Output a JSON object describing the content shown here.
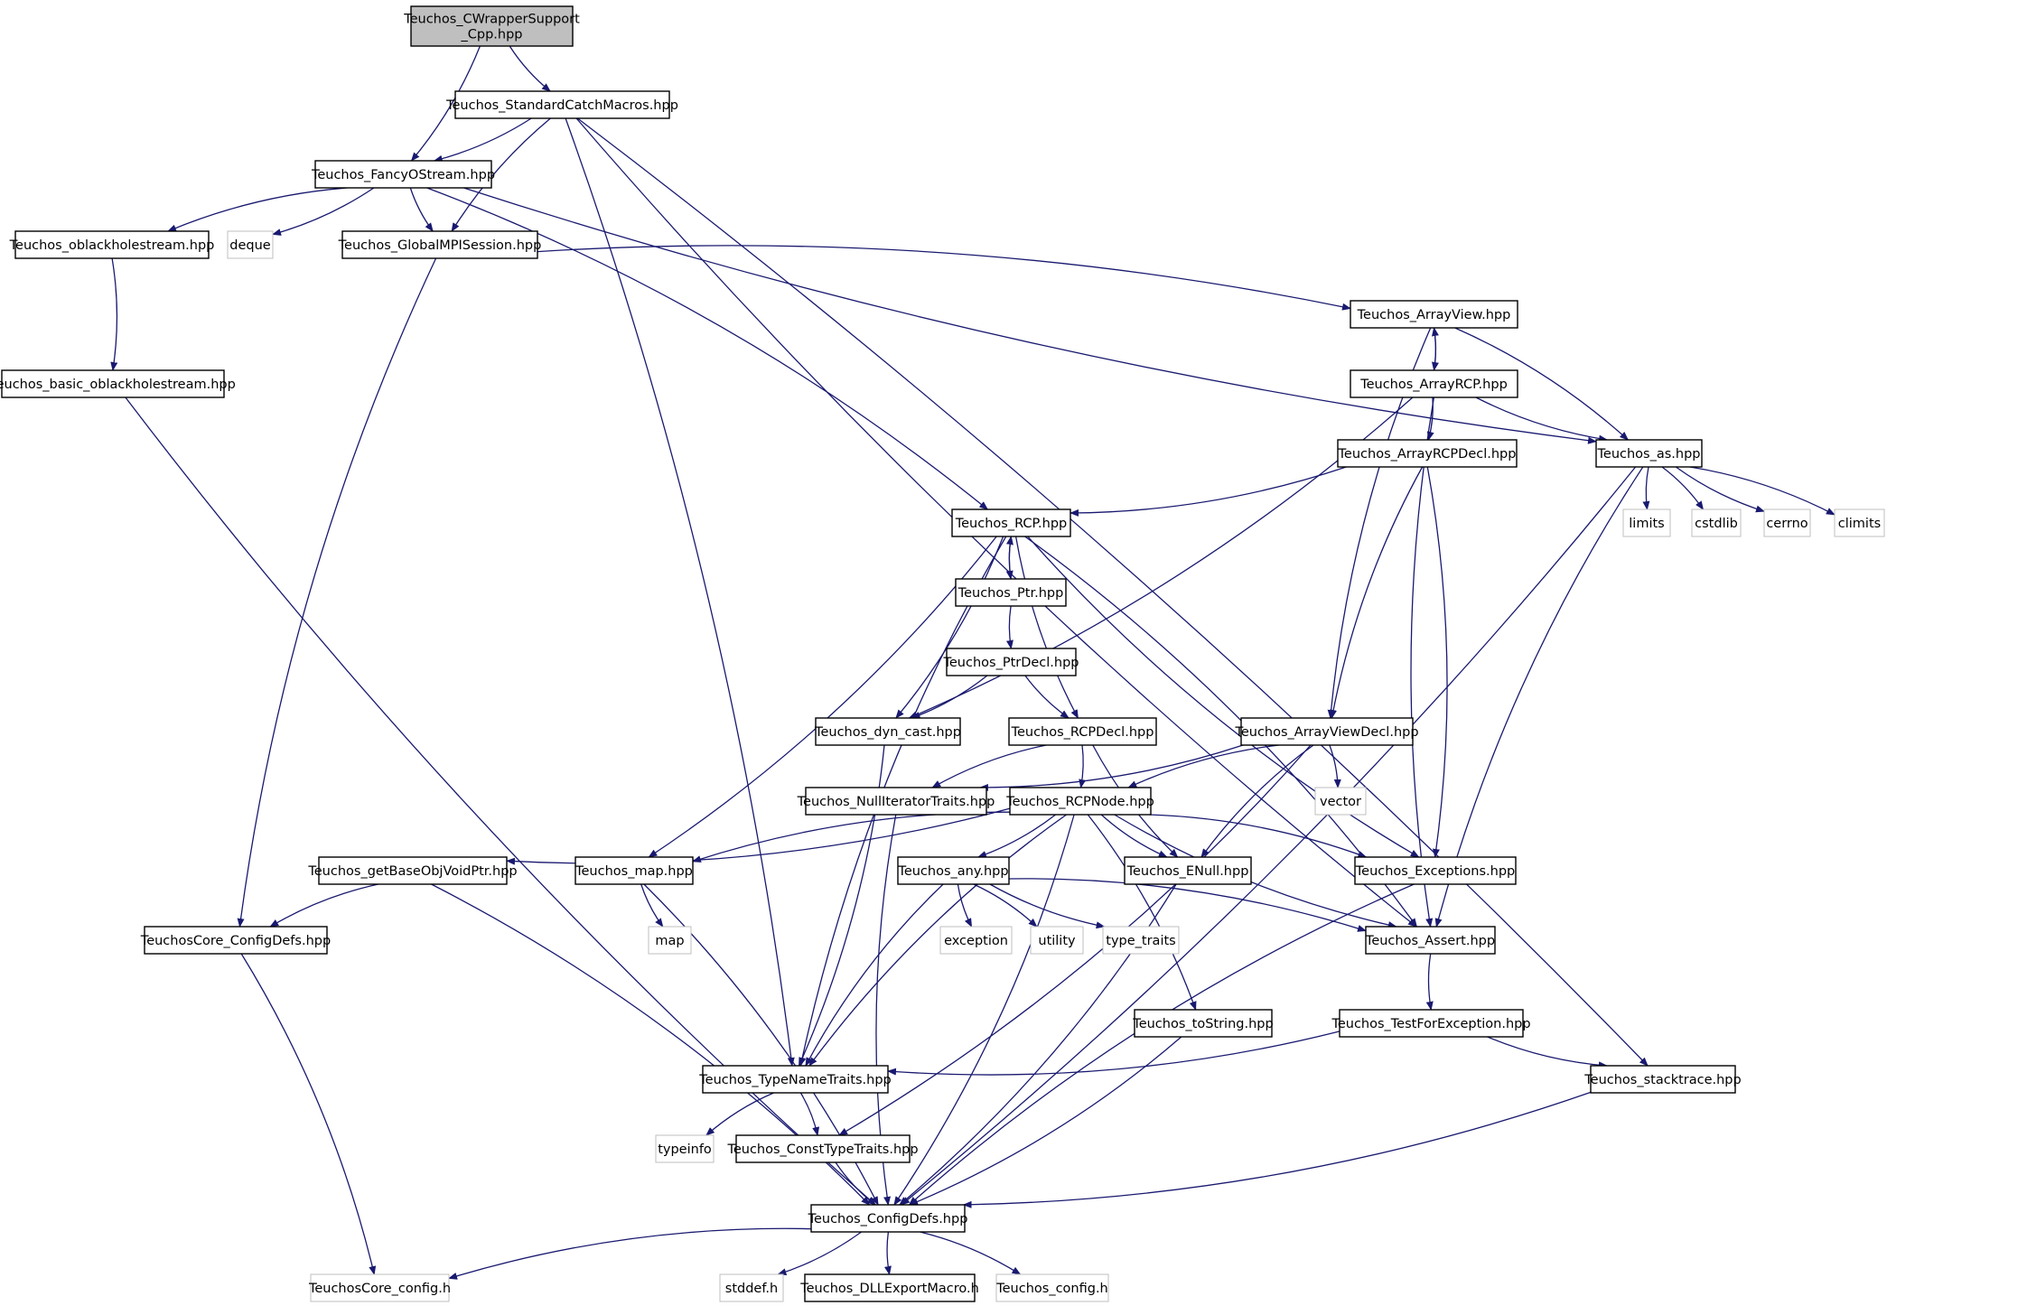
{
  "diagram": {
    "colors": {
      "root_fill": "#bfbfbf",
      "node_fill": "#ffffff",
      "node_border": "#000000",
      "external_border": "#bfbfbf",
      "external_text": "#555555",
      "edge": "#191970"
    },
    "nodes": [
      {
        "id": "n_root",
        "lines": [
          "Teuchos_CWrapperSupport",
          "_Cpp.hpp"
        ],
        "kind": "root"
      },
      {
        "id": "n_stdcatch",
        "lines": [
          "Teuchos_StandardCatchMacros.hpp"
        ],
        "kind": "file"
      },
      {
        "id": "n_fancy",
        "lines": [
          "Teuchos_FancyOStream.hpp"
        ],
        "kind": "file"
      },
      {
        "id": "n_oblack",
        "lines": [
          "Teuchos_oblackholestream.hpp"
        ],
        "kind": "file"
      },
      {
        "id": "n_deque",
        "lines": [
          "deque"
        ],
        "kind": "external"
      },
      {
        "id": "n_mpi",
        "lines": [
          "Teuchos_GlobalMPISession.hpp"
        ],
        "kind": "file"
      },
      {
        "id": "n_basicob",
        "lines": [
          "Teuchos_basic_oblackholestream.hpp"
        ],
        "kind": "file"
      },
      {
        "id": "n_arrview",
        "lines": [
          "Teuchos_ArrayView.hpp"
        ],
        "kind": "file"
      },
      {
        "id": "n_arrrcp",
        "lines": [
          "Teuchos_ArrayRCP.hpp"
        ],
        "kind": "file"
      },
      {
        "id": "n_arrrcpdecl",
        "lines": [
          "Teuchos_ArrayRCPDecl.hpp"
        ],
        "kind": "file"
      },
      {
        "id": "n_as",
        "lines": [
          "Teuchos_as.hpp"
        ],
        "kind": "file"
      },
      {
        "id": "n_limits",
        "lines": [
          "limits"
        ],
        "kind": "external"
      },
      {
        "id": "n_cstdlib",
        "lines": [
          "cstdlib"
        ],
        "kind": "external"
      },
      {
        "id": "n_cerrno",
        "lines": [
          "cerrno"
        ],
        "kind": "external"
      },
      {
        "id": "n_climits",
        "lines": [
          "climits"
        ],
        "kind": "external"
      },
      {
        "id": "n_rcp",
        "lines": [
          "Teuchos_RCP.hpp"
        ],
        "kind": "file"
      },
      {
        "id": "n_ptr",
        "lines": [
          "Teuchos_Ptr.hpp"
        ],
        "kind": "file"
      },
      {
        "id": "n_ptrdecl",
        "lines": [
          "Teuchos_PtrDecl.hpp"
        ],
        "kind": "file"
      },
      {
        "id": "n_dyncast",
        "lines": [
          "Teuchos_dyn_cast.hpp"
        ],
        "kind": "file"
      },
      {
        "id": "n_rcpdecl",
        "lines": [
          "Teuchos_RCPDecl.hpp"
        ],
        "kind": "file"
      },
      {
        "id": "n_arrviewdecl",
        "lines": [
          "Teuchos_ArrayViewDecl.hpp"
        ],
        "kind": "file"
      },
      {
        "id": "n_nulliter",
        "lines": [
          "Teuchos_NullIteratorTraits.hpp"
        ],
        "kind": "file"
      },
      {
        "id": "n_rcpnode",
        "lines": [
          "Teuchos_RCPNode.hpp"
        ],
        "kind": "file"
      },
      {
        "id": "n_vector",
        "lines": [
          "vector"
        ],
        "kind": "external"
      },
      {
        "id": "n_getbase",
        "lines": [
          "Teuchos_getBaseObjVoidPtr.hpp"
        ],
        "kind": "file"
      },
      {
        "id": "n_map",
        "lines": [
          "Teuchos_map.hpp"
        ],
        "kind": "file"
      },
      {
        "id": "n_any",
        "lines": [
          "Teuchos_any.hpp"
        ],
        "kind": "file"
      },
      {
        "id": "n_enull",
        "lines": [
          "Teuchos_ENull.hpp"
        ],
        "kind": "file"
      },
      {
        "id": "n_except",
        "lines": [
          "Teuchos_Exceptions.hpp"
        ],
        "kind": "file"
      },
      {
        "id": "n_coreconfigdefs",
        "lines": [
          "TeuchosCore_ConfigDefs.hpp"
        ],
        "kind": "file"
      },
      {
        "id": "n_mapstd",
        "lines": [
          "map"
        ],
        "kind": "external"
      },
      {
        "id": "n_exception",
        "lines": [
          "exception"
        ],
        "kind": "external"
      },
      {
        "id": "n_utility",
        "lines": [
          "utility"
        ],
        "kind": "external"
      },
      {
        "id": "n_typetraits",
        "lines": [
          "type_traits"
        ],
        "kind": "external"
      },
      {
        "id": "n_assert",
        "lines": [
          "Teuchos_Assert.hpp"
        ],
        "kind": "file"
      },
      {
        "id": "n_tostring",
        "lines": [
          "Teuchos_toString.hpp"
        ],
        "kind": "file"
      },
      {
        "id": "n_testfor",
        "lines": [
          "Teuchos_TestForException.hpp"
        ],
        "kind": "file"
      },
      {
        "id": "n_typename",
        "lines": [
          "Teuchos_TypeNameTraits.hpp"
        ],
        "kind": "file"
      },
      {
        "id": "n_stacktrace",
        "lines": [
          "Teuchos_stacktrace.hpp"
        ],
        "kind": "file"
      },
      {
        "id": "n_typeinfo",
        "lines": [
          "typeinfo"
        ],
        "kind": "external"
      },
      {
        "id": "n_consttype",
        "lines": [
          "Teuchos_ConstTypeTraits.hpp"
        ],
        "kind": "file"
      },
      {
        "id": "n_configdefs",
        "lines": [
          "Teuchos_ConfigDefs.hpp"
        ],
        "kind": "file"
      },
      {
        "id": "n_coreconfig",
        "lines": [
          "TeuchosCore_config.h"
        ],
        "kind": "external"
      },
      {
        "id": "n_stddef",
        "lines": [
          "stddef.h"
        ],
        "kind": "external"
      },
      {
        "id": "n_dllexport",
        "lines": [
          "Teuchos_DLLExportMacro.h"
        ],
        "kind": "file"
      },
      {
        "id": "n_tconfig",
        "lines": [
          "Teuchos_config.h"
        ],
        "kind": "external"
      }
    ],
    "edges": [
      [
        "n_root",
        "n_fancy"
      ],
      [
        "n_root",
        "n_stdcatch"
      ],
      [
        "n_stdcatch",
        "n_fancy"
      ],
      [
        "n_stdcatch",
        "n_mpi"
      ],
      [
        "n_stdcatch",
        "n_typename"
      ],
      [
        "n_stdcatch",
        "n_assert"
      ],
      [
        "n_stdcatch",
        "n_stacktrace"
      ],
      [
        "n_fancy",
        "n_oblack"
      ],
      [
        "n_fancy",
        "n_deque"
      ],
      [
        "n_fancy",
        "n_mpi"
      ],
      [
        "n_fancy",
        "n_rcp"
      ],
      [
        "n_fancy",
        "n_as"
      ],
      [
        "n_oblack",
        "n_basicob"
      ],
      [
        "n_basicob",
        "n_configdefs"
      ],
      [
        "n_mpi",
        "n_arrview"
      ],
      [
        "n_mpi",
        "n_coreconfigdefs"
      ],
      [
        "n_arrview",
        "n_arrrcp"
      ],
      [
        "n_arrview",
        "n_arrviewdecl"
      ],
      [
        "n_arrview",
        "n_as"
      ],
      [
        "n_arrrcp",
        "n_arrview"
      ],
      [
        "n_arrrcp",
        "n_arrrcpdecl"
      ],
      [
        "n_arrrcp",
        "n_as"
      ],
      [
        "n_arrrcp",
        "n_dyncast"
      ],
      [
        "n_arrrcp",
        "n_assert"
      ],
      [
        "n_arrrcpdecl",
        "n_rcp"
      ],
      [
        "n_arrrcpdecl",
        "n_arrviewdecl"
      ],
      [
        "n_arrrcpdecl",
        "n_except"
      ],
      [
        "n_as",
        "n_limits"
      ],
      [
        "n_as",
        "n_cstdlib"
      ],
      [
        "n_as",
        "n_cerrno"
      ],
      [
        "n_as",
        "n_climits"
      ],
      [
        "n_as",
        "n_assert"
      ],
      [
        "n_as",
        "n_configdefs"
      ],
      [
        "n_rcp",
        "n_ptr"
      ],
      [
        "n_rcp",
        "n_dyncast"
      ],
      [
        "n_rcp",
        "n_rcpdecl"
      ],
      [
        "n_rcp",
        "n_map"
      ],
      [
        "n_rcp",
        "n_typename"
      ],
      [
        "n_rcp",
        "n_assert"
      ],
      [
        "n_rcp",
        "n_except"
      ],
      [
        "n_ptr",
        "n_rcp"
      ],
      [
        "n_ptr",
        "n_ptrdecl"
      ],
      [
        "n_ptrdecl",
        "n_dyncast"
      ],
      [
        "n_ptrdecl",
        "n_rcpdecl"
      ],
      [
        "n_dyncast",
        "n_typename"
      ],
      [
        "n_rcpdecl",
        "n_nulliter"
      ],
      [
        "n_rcpdecl",
        "n_rcpnode"
      ],
      [
        "n_rcpdecl",
        "n_enull"
      ],
      [
        "n_arrviewdecl",
        "n_nulliter"
      ],
      [
        "n_arrviewdecl",
        "n_rcpnode"
      ],
      [
        "n_arrviewdecl",
        "n_vector"
      ],
      [
        "n_arrviewdecl",
        "n_enull"
      ],
      [
        "n_arrviewdecl",
        "n_consttype"
      ],
      [
        "n_nulliter",
        "n_configdefs"
      ],
      [
        "n_rcpnode",
        "n_getbase"
      ],
      [
        "n_rcpnode",
        "n_map"
      ],
      [
        "n_rcpnode",
        "n_any"
      ],
      [
        "n_rcpnode",
        "n_enull"
      ],
      [
        "n_rcpnode",
        "n_except"
      ],
      [
        "n_rcpnode",
        "n_assert"
      ],
      [
        "n_rcpnode",
        "n_tostring"
      ],
      [
        "n_rcpnode",
        "n_typename"
      ],
      [
        "n_rcpnode",
        "n_configdefs"
      ],
      [
        "n_getbase",
        "n_coreconfigdefs"
      ],
      [
        "n_getbase",
        "n_configdefs"
      ],
      [
        "n_map",
        "n_mapstd"
      ],
      [
        "n_map",
        "n_configdefs"
      ],
      [
        "n_any",
        "n_exception"
      ],
      [
        "n_any",
        "n_utility"
      ],
      [
        "n_any",
        "n_typetraits"
      ],
      [
        "n_any",
        "n_assert"
      ],
      [
        "n_any",
        "n_typename"
      ],
      [
        "n_enull",
        "n_configdefs"
      ],
      [
        "n_except",
        "n_configdefs"
      ],
      [
        "n_coreconfigdefs",
        "n_coreconfig"
      ],
      [
        "n_assert",
        "n_testfor"
      ],
      [
        "n_testfor",
        "n_typename"
      ],
      [
        "n_testfor",
        "n_stacktrace"
      ],
      [
        "n_tostring",
        "n_configdefs"
      ],
      [
        "n_typename",
        "n_typeinfo"
      ],
      [
        "n_typename",
        "n_consttype"
      ],
      [
        "n_consttype",
        "n_configdefs"
      ],
      [
        "n_stacktrace",
        "n_configdefs"
      ],
      [
        "n_configdefs",
        "n_coreconfig"
      ],
      [
        "n_configdefs",
        "n_stddef"
      ],
      [
        "n_configdefs",
        "n_dllexport"
      ],
      [
        "n_configdefs",
        "n_tconfig"
      ]
    ]
  }
}
